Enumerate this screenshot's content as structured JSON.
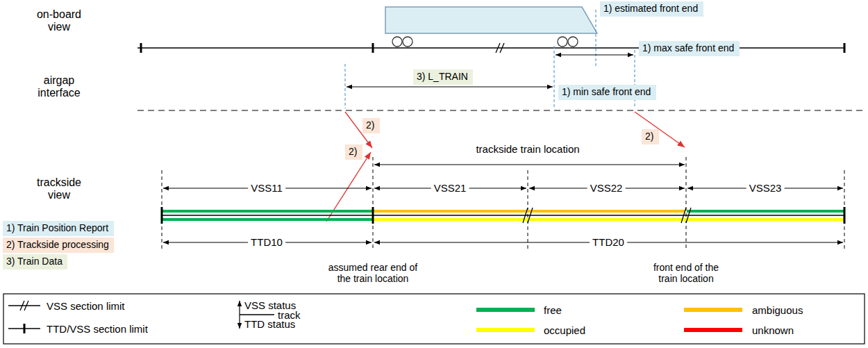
{
  "diagram": {
    "nodes": [
      {
        "text": [
          "1) estimated front end"
        ]
      },
      {
        "text": [
          "1) max safe front end"
        ]
      },
      {
        "text": [
          "3) L_TRAIN"
        ]
      },
      {
        "text": [
          "1) min safe front end"
        ]
      },
      {
        "text": [
          "2)"
        ]
      },
      {
        "text": [
          "2)"
        ]
      },
      {
        "text": [
          "2)"
        ]
      },
      {
        "text": [
          "1) Train Position Report"
        ]
      },
      {
        "text": [
          "2) Trackside processing"
        ]
      },
      {
        "text": [
          "3) Train Data"
        ]
      }
    ],
    "labels": [
      "on-board view",
      "airgap interface",
      "trackside view",
      "trackside train location",
      "VSS11",
      "VSS21",
      "VSS22",
      "VSS23",
      "TTD10",
      "TTD20",
      "assumed rear end of the train location",
      "front end of the train location",
      "VSS status",
      "TTD status"
    ],
    "legend": [
      {
        "text": "VSS section limit"
      },
      {
        "text": "TTD/VSS section limit"
      },
      {
        "text": "track"
      },
      {
        "text": "free",
        "color": "#00b050"
      },
      {
        "text": "ambiguous",
        "color": "#ffc000"
      },
      {
        "text": "occupied",
        "color": "#ffff00"
      },
      {
        "text": "unknown",
        "color": "#ff0000"
      }
    ]
  }
}
